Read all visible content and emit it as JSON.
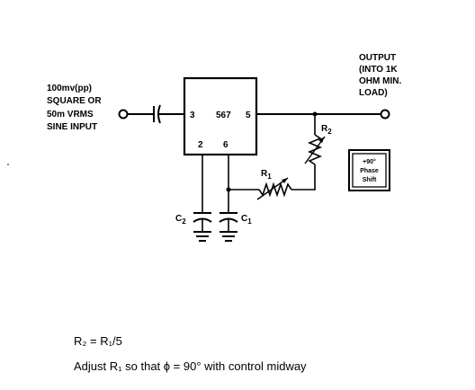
{
  "input": {
    "line1": "100mv(pp)",
    "line2": "SQUARE OR",
    "line3": "50m VRMS",
    "line4": "SINE INPUT"
  },
  "ic": {
    "part": "567",
    "pin3": "3",
    "pin5": "5",
    "pin2": "2",
    "pin6": "6"
  },
  "output": {
    "line1": "OUTPUT",
    "line2": "(INTO 1K",
    "line3": "OHM MIN.",
    "line4": "LOAD)"
  },
  "components": {
    "r1": "R",
    "r1_sub": "1",
    "r2": "R",
    "r2_sub": "2",
    "c1": "C",
    "c1_sub": "1",
    "c2": "C",
    "c2_sub": "2"
  },
  "phase_box": {
    "line1": "+90°",
    "line2": "Phase",
    "line3": "Shift"
  },
  "notes": {
    "line1": "R₂ = R₁/5",
    "line2": "Adjust R₁ so that ϕ = 90° with control midway"
  }
}
